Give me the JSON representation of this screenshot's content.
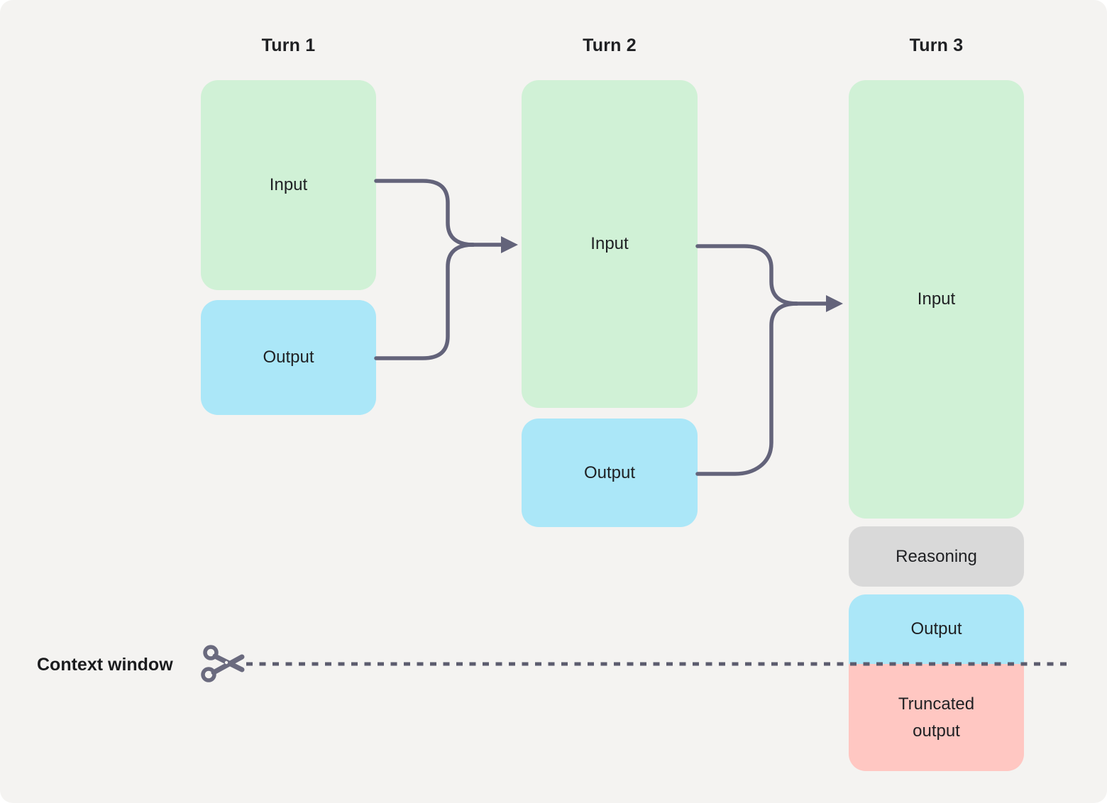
{
  "turn1": {
    "title": "Turn 1",
    "input_label": "Input",
    "output_label": "Output"
  },
  "turn2": {
    "title": "Turn 2",
    "input_label": "Input",
    "output_label": "Output"
  },
  "turn3": {
    "title": "Turn 3",
    "input_label": "Input",
    "reasoning_label": "Reasoning",
    "output_label": "Output",
    "truncated_label": "Truncated output"
  },
  "context_window": {
    "label": "Context window"
  },
  "icons": {
    "scissors": "scissors-cut-icon",
    "arrowhead": "arrow-right-icon"
  },
  "colors": {
    "background": "#ffffff",
    "card": "#f4f3f1",
    "input_green": "#d0f1d6",
    "output_blue": "#abe7f8",
    "reasoning_gray": "#d9d9d9",
    "truncated_pink": "#ffc7c2",
    "connector": "#63637a",
    "text": "#1f2023"
  }
}
